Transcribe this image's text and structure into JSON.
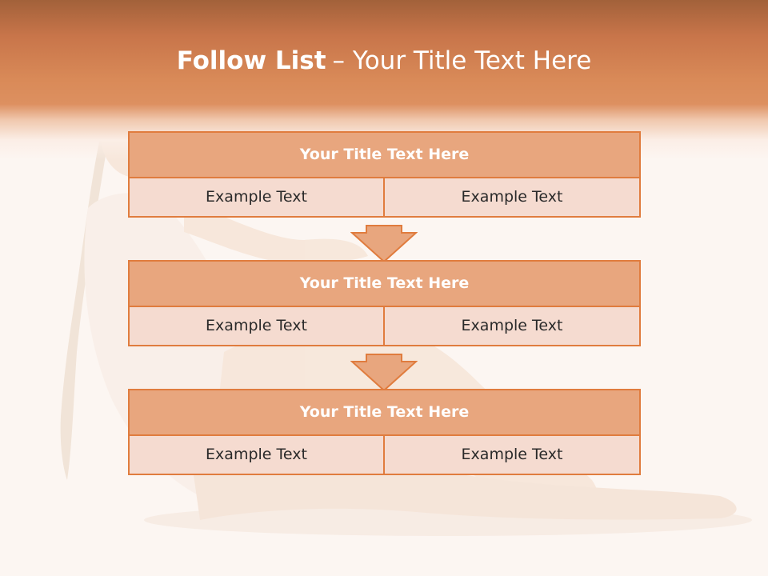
{
  "slide": {
    "title_bold": "Follow List",
    "title_rest": "– Your Title Text Here"
  },
  "blocks": [
    {
      "title": "Your Title Text Here",
      "left": "Example Text",
      "right": "Example Text"
    },
    {
      "title": "Your Title Text Here",
      "left": "Example Text",
      "right": "Example Text"
    },
    {
      "title": "Your Title Text Here",
      "left": "Example Text",
      "right": "Example Text"
    }
  ],
  "colors": {
    "accent": "#e07c3e",
    "title_fill": "#e8a67e",
    "cell_fill": "#f5dbd0",
    "header": "#d98a58"
  }
}
